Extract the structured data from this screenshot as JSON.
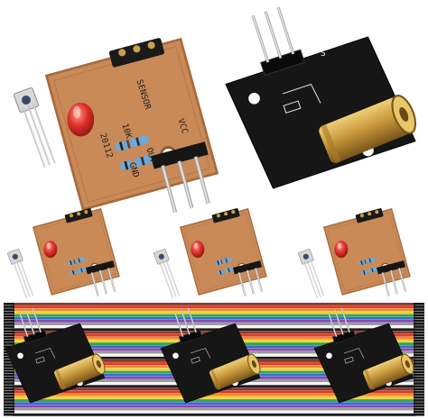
{
  "product": {
    "receiver_board_labels": {
      "part_number": "10K",
      "part_code": "20112",
      "pin_out": "OUT",
      "pin_gnd": "GND",
      "pin_vcc": "VCC",
      "sensor_mark": "SENSOR"
    },
    "laser_board_labels": {
      "pin_s": "S"
    }
  },
  "colors": {
    "receiver_pcb": "#c98a58",
    "receiver_pcb_edge": "#a86a3c",
    "laser_pcb": "#161616",
    "brass": "#c89a3c",
    "led_red": "#e0302a"
  },
  "wire_colors": [
    "#8a3b2b",
    "#e03a2c",
    "#ee8a2a",
    "#f2d23a",
    "#3aa64a",
    "#2f6fd0",
    "#8a4ab0",
    "#9a9a9a",
    "#f4f4f4",
    "#1a1a1a"
  ]
}
